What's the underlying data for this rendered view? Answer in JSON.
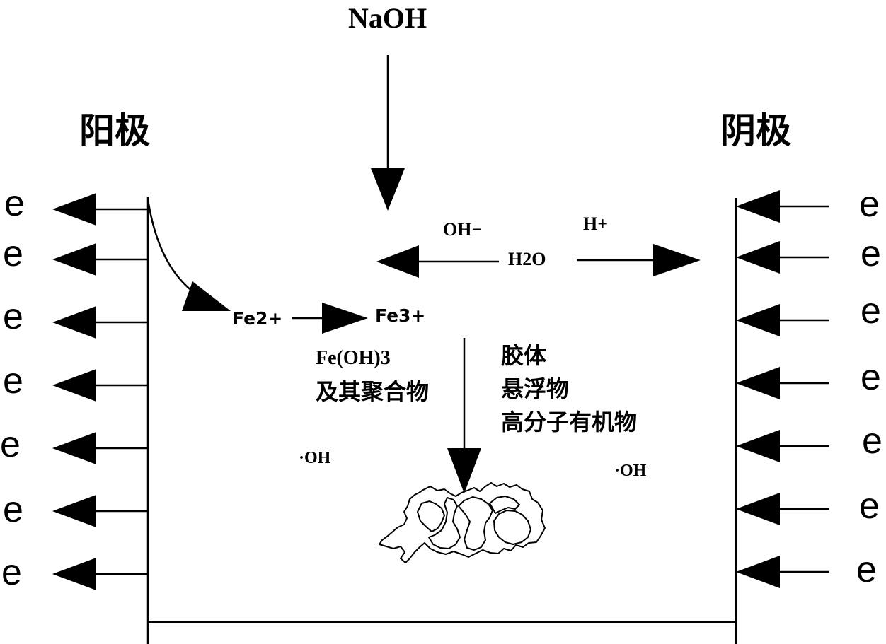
{
  "reagent": "NaOH",
  "anode_label": "阳极",
  "cathode_label": "阴极",
  "electron_symbol": "e",
  "ions": {
    "hydroxide": "OH−",
    "proton": "H+",
    "water": "H2O",
    "ferrous": "Fe2+",
    "ferric": "Fe3+"
  },
  "precipitate": {
    "line1": "Fe(OH)3",
    "line2": "及其聚合物"
  },
  "pollutants": [
    "胶体",
    "悬浮物",
    "高分子有机物"
  ],
  "radical": "·OH"
}
